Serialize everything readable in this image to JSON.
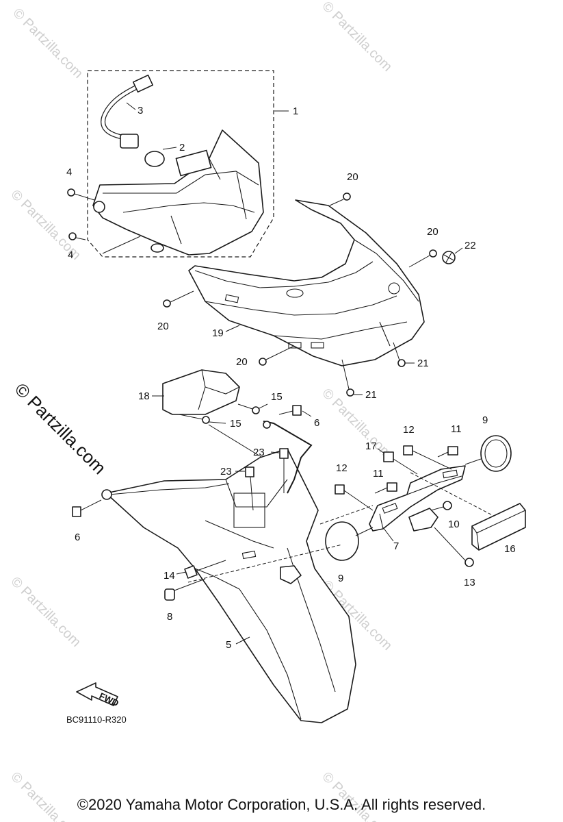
{
  "callouts": [
    "1",
    "2",
    "3",
    "4",
    "4",
    "20",
    "20",
    "22",
    "20",
    "19",
    "20",
    "21",
    "21",
    "18",
    "15",
    "15",
    "6",
    "23",
    "23",
    "12",
    "11",
    "9",
    "17",
    "12",
    "11",
    "6",
    "10",
    "7",
    "16",
    "9",
    "14",
    "13",
    "8",
    "5"
  ],
  "diagram_ref": "BC91110-R320",
  "fwd_label": "FWD",
  "watermark": "© Partzilla.com",
  "copyright": "©2020 Yamaha Motor Corporation, U.S.A. All rights reserved."
}
